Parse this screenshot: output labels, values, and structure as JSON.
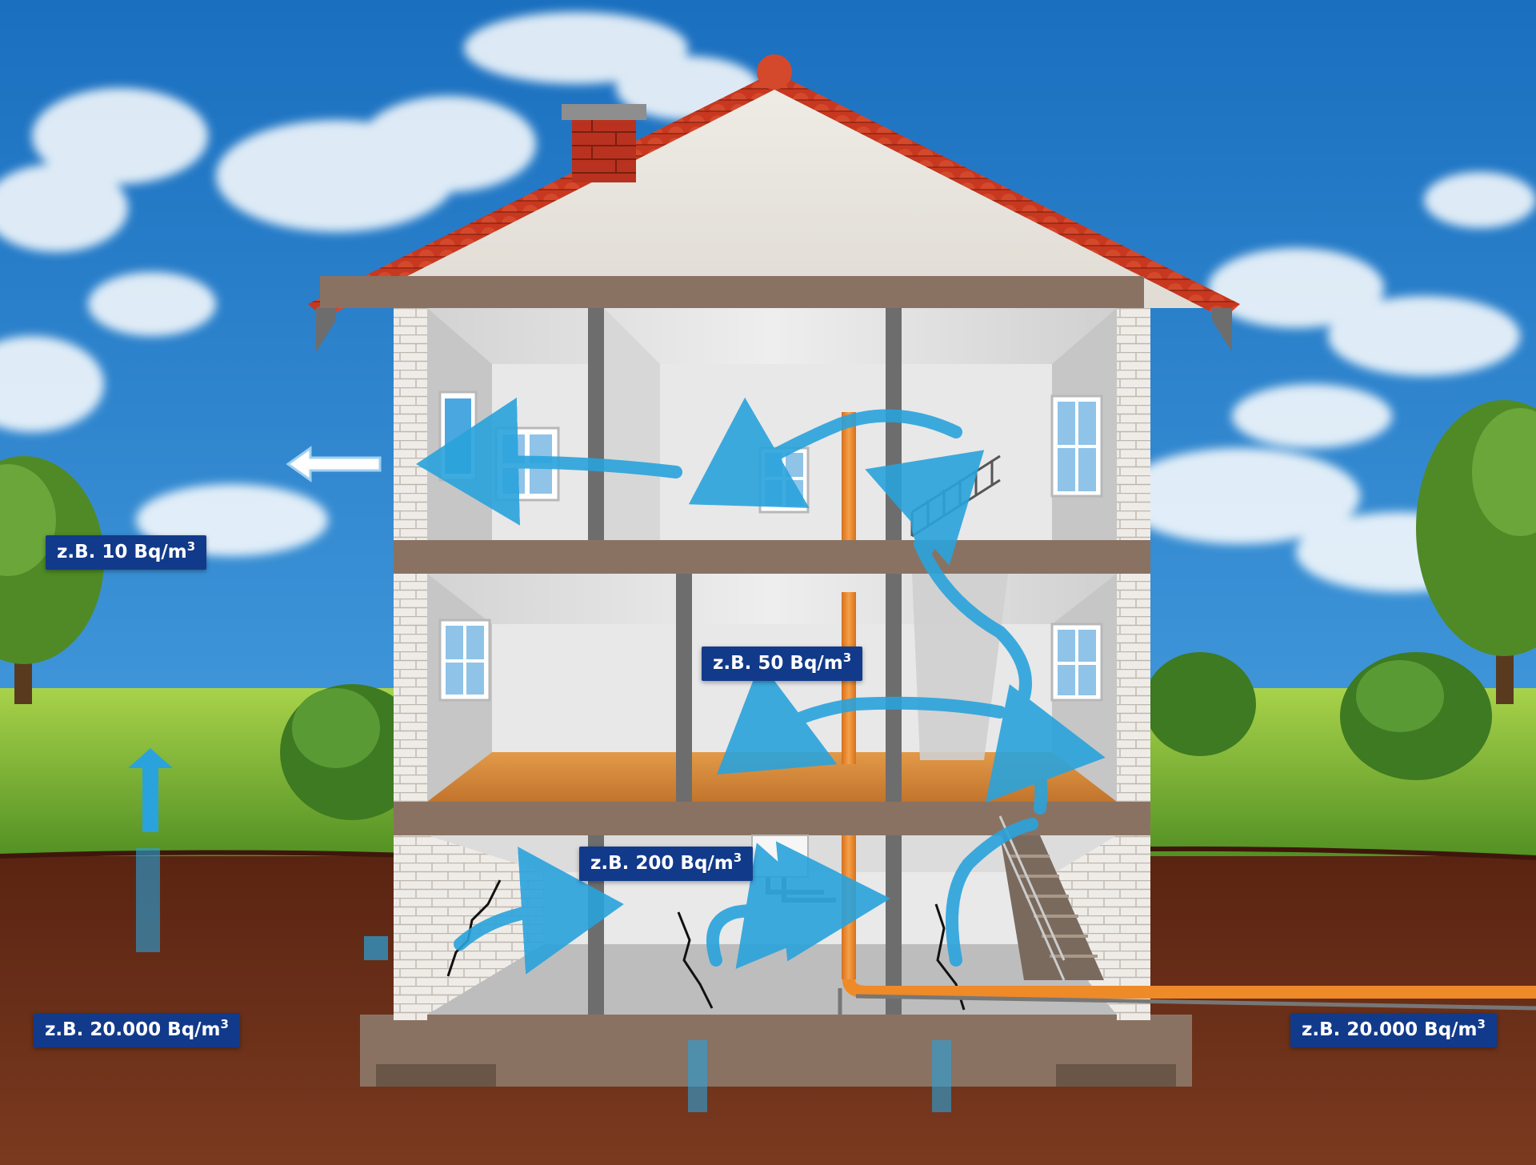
{
  "labels": {
    "outdoor_air": {
      "text": "z.B. 10 Bq/m",
      "exponent": "3"
    },
    "ground_floor": {
      "text": "z.B. 50 Bq/m",
      "exponent": "3"
    },
    "basement": {
      "text": "z.B. 200 Bq/m",
      "exponent": "3"
    },
    "soil_left": {
      "text": "z.B. 20.000 Bq/m",
      "exponent": "3"
    },
    "soil_right": {
      "text": "z.B. 20.000 Bq/m",
      "exponent": "3"
    }
  },
  "colors": {
    "sky_top": "#1a6fbf",
    "sky_bottom": "#8cc4ec",
    "grass": "#79b53a",
    "soil": "#6b2a16",
    "roof_tile": "#c8371f",
    "wall_stone": "#8c7462",
    "room_wall": "#e6e6e6",
    "floor_wood": "#d68a3e",
    "airflow": "#2aa3dc",
    "pipe": "#ee8a28",
    "label_bg": "#123a8a"
  },
  "icons": [
    "cloud-icon",
    "tree-icon",
    "bush-icon",
    "chimney-icon",
    "window-icon",
    "staircase-icon",
    "crack-icon",
    "airflow-arrow-icon",
    "pipe-icon"
  ]
}
